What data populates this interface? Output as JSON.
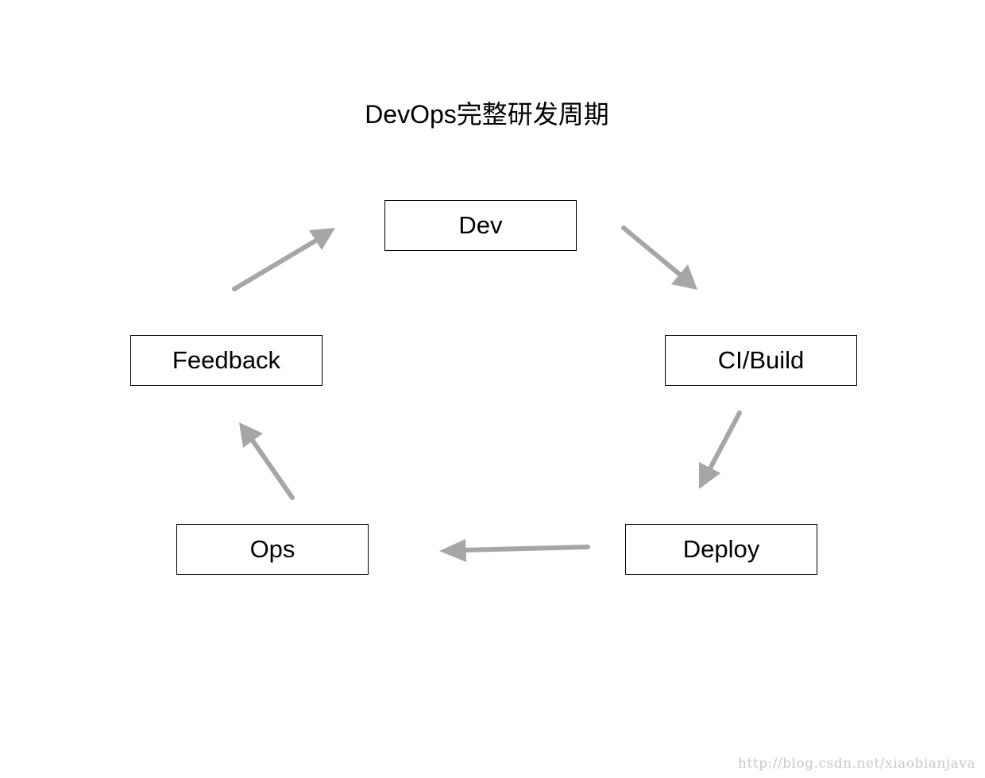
{
  "diagram": {
    "title": "DevOps完整研发周期",
    "nodes": {
      "dev": "Dev",
      "ci_build": "CI/Build",
      "deploy": "Deploy",
      "ops": "Ops",
      "feedback": "Feedback"
    },
    "flow": [
      {
        "from": "Dev",
        "to": "CI/Build"
      },
      {
        "from": "CI/Build",
        "to": "Deploy"
      },
      {
        "from": "Deploy",
        "to": "Ops"
      },
      {
        "from": "Ops",
        "to": "Feedback"
      },
      {
        "from": "Feedback",
        "to": "Dev"
      }
    ],
    "colors": {
      "arrow": "#a6a6a6",
      "border": "#000000",
      "watermark": "#c8c8c8"
    }
  },
  "watermark": "http://blog.csdn.net/xiaobianjava"
}
